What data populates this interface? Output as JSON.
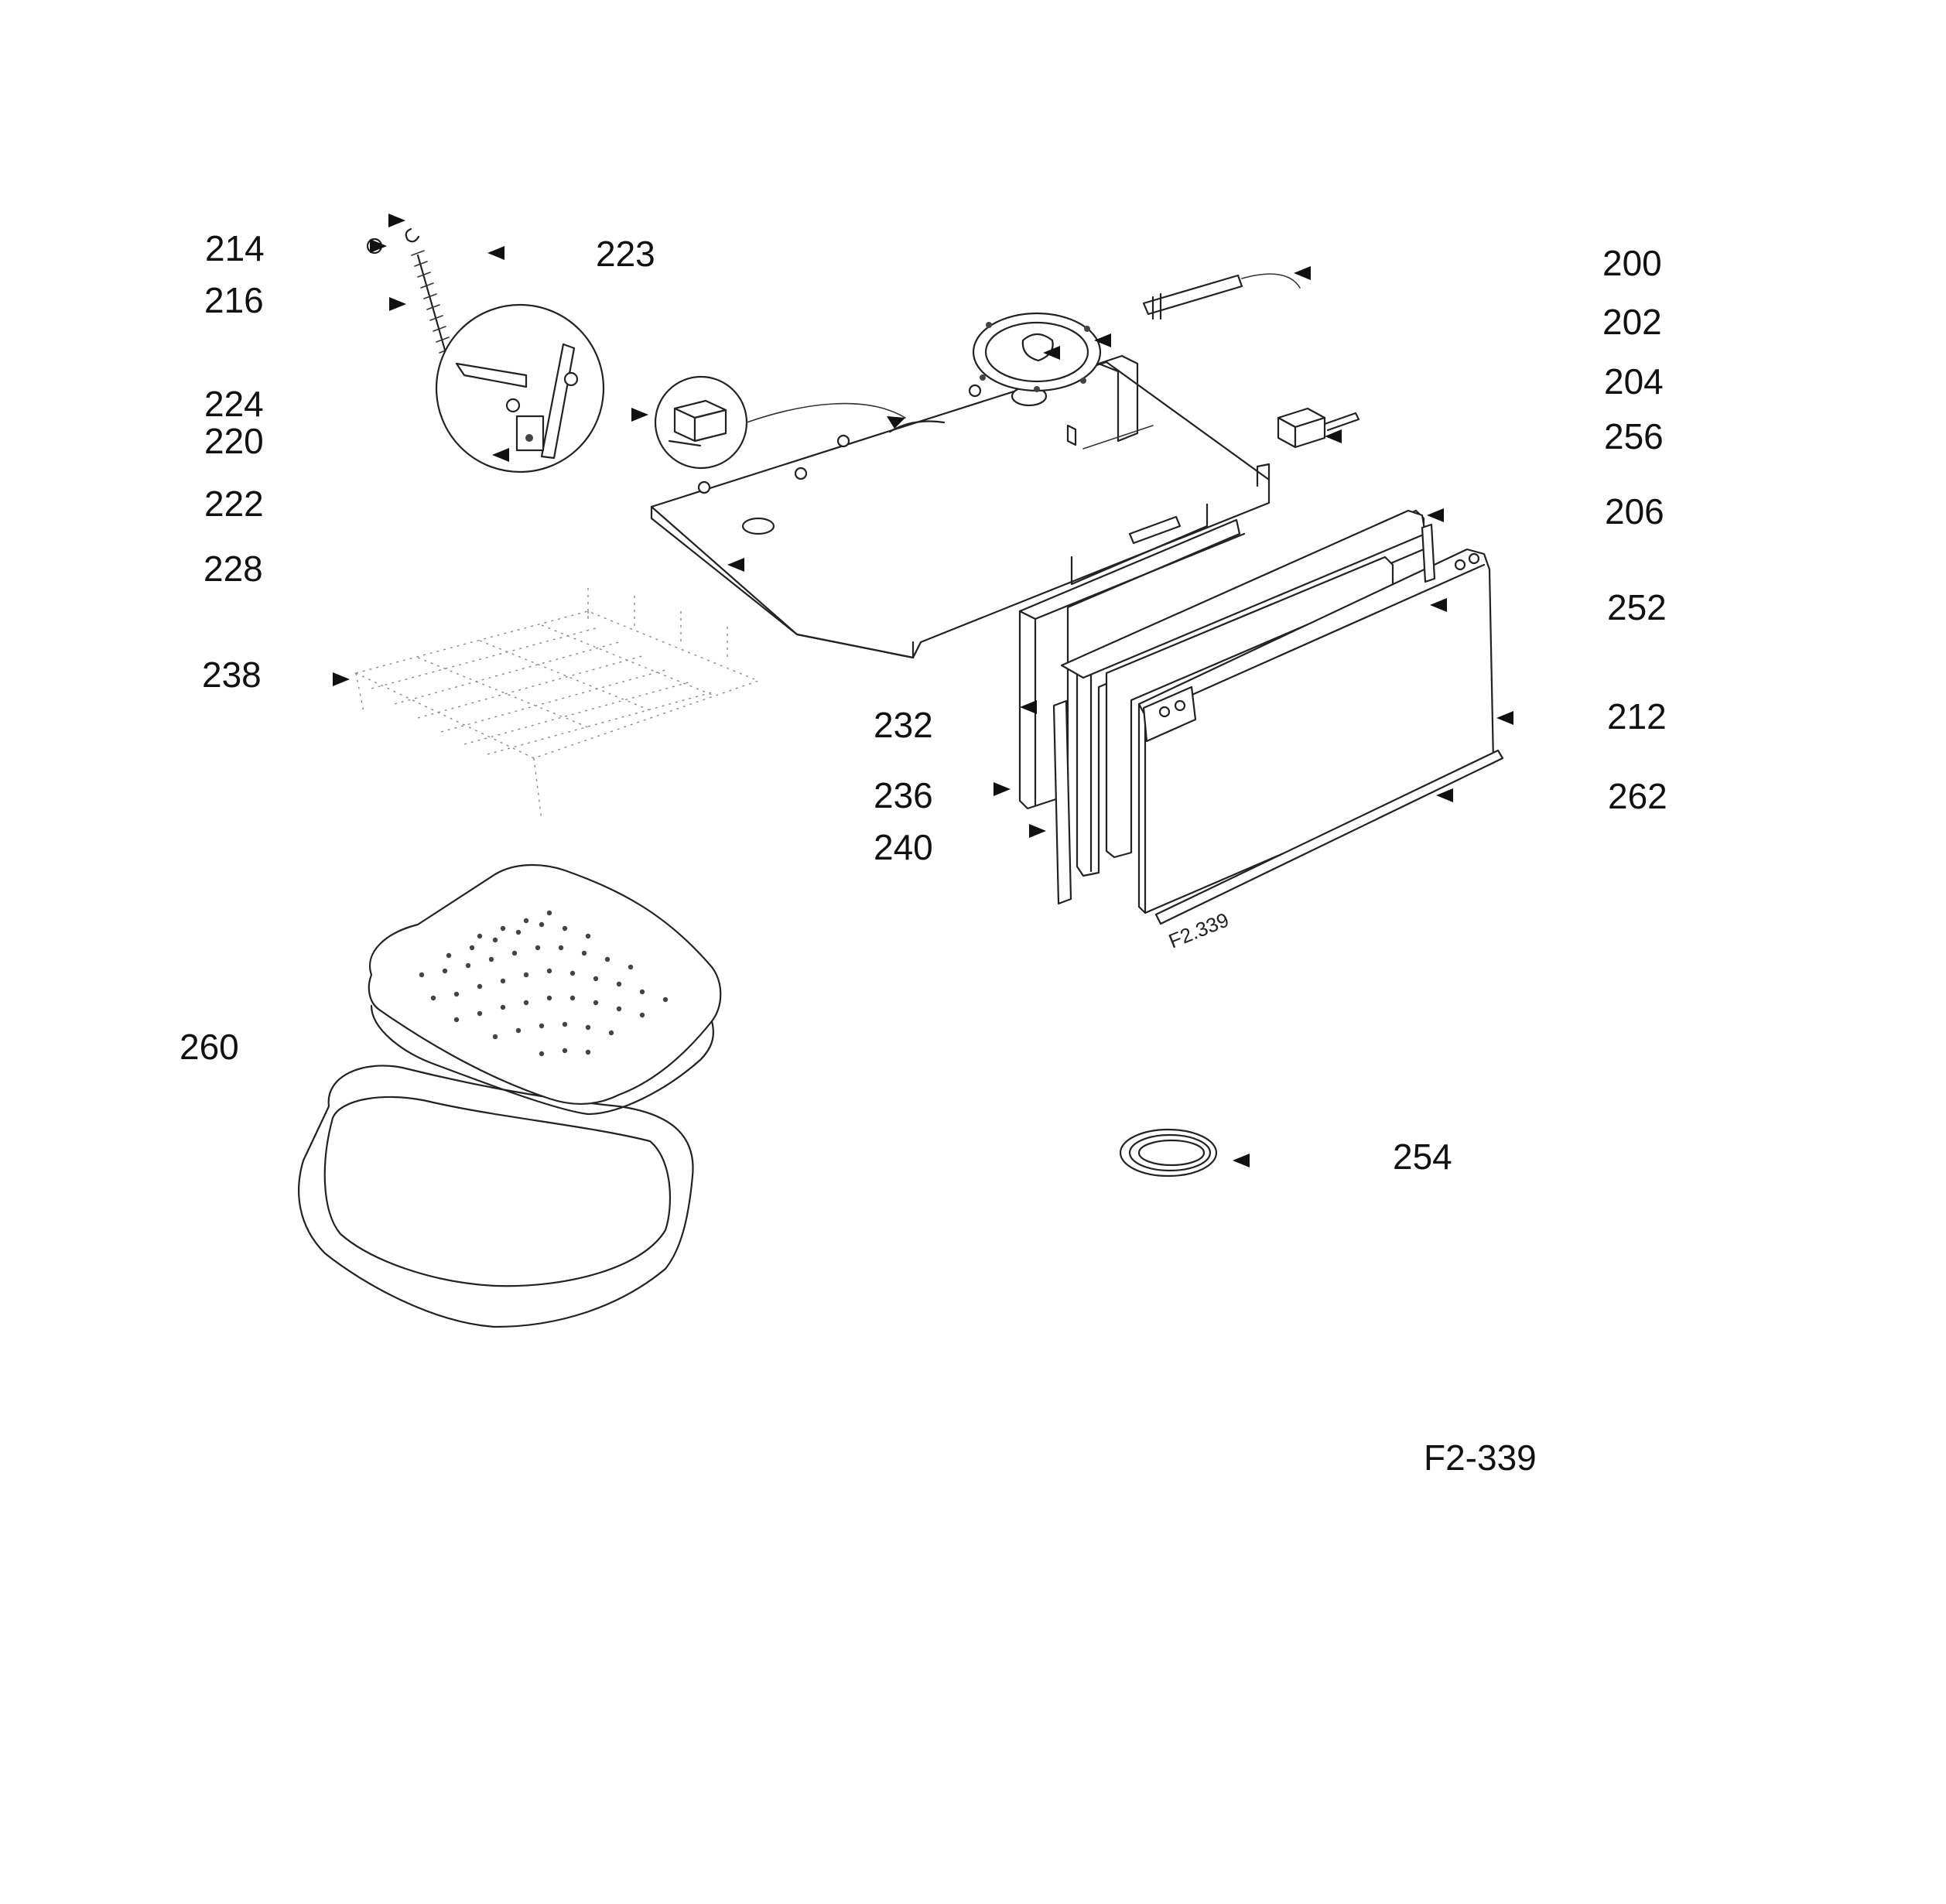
{
  "figure_code": "F2-339",
  "figure_code_tilted": "F2.339",
  "callouts": {
    "c200": "200",
    "c202": "202",
    "c204": "204",
    "c206": "206",
    "c212": "212",
    "c214": "214",
    "c216": "216",
    "c220": "220",
    "c222": "222",
    "c223": "223",
    "c224": "224",
    "c228": "228",
    "c232": "232",
    "c236": "236",
    "c238": "238",
    "c240": "240",
    "c252": "252",
    "c254": "254",
    "c256": "256",
    "c260": "260",
    "c262": "262"
  },
  "parts": [
    {
      "id": "hinge-spring",
      "icon": "spring-icon"
    },
    {
      "id": "hinge-assembly",
      "icon": "hinge-icon"
    },
    {
      "id": "magnet-block",
      "icon": "block-icon"
    },
    {
      "id": "oven-top-panel",
      "icon": "panel-icon"
    },
    {
      "id": "fan-gasket",
      "icon": "gasket-ring-icon"
    },
    {
      "id": "probe-sensor",
      "icon": "sensor-icon"
    },
    {
      "id": "door-switch",
      "icon": "switch-icon"
    },
    {
      "id": "door-frame",
      "icon": "frame-icon"
    },
    {
      "id": "door-glass",
      "icon": "glass-panel-icon"
    },
    {
      "id": "door-outer-panel",
      "icon": "door-panel-icon"
    },
    {
      "id": "door-bottom-trim",
      "icon": "trim-strip-icon"
    },
    {
      "id": "door-side-strip",
      "icon": "trim-strip-icon"
    },
    {
      "id": "wire-rack",
      "icon": "grid-rack-icon"
    },
    {
      "id": "crisper-tray",
      "icon": "tray-icon"
    },
    {
      "id": "door-seal-coil",
      "icon": "coil-icon"
    }
  ]
}
